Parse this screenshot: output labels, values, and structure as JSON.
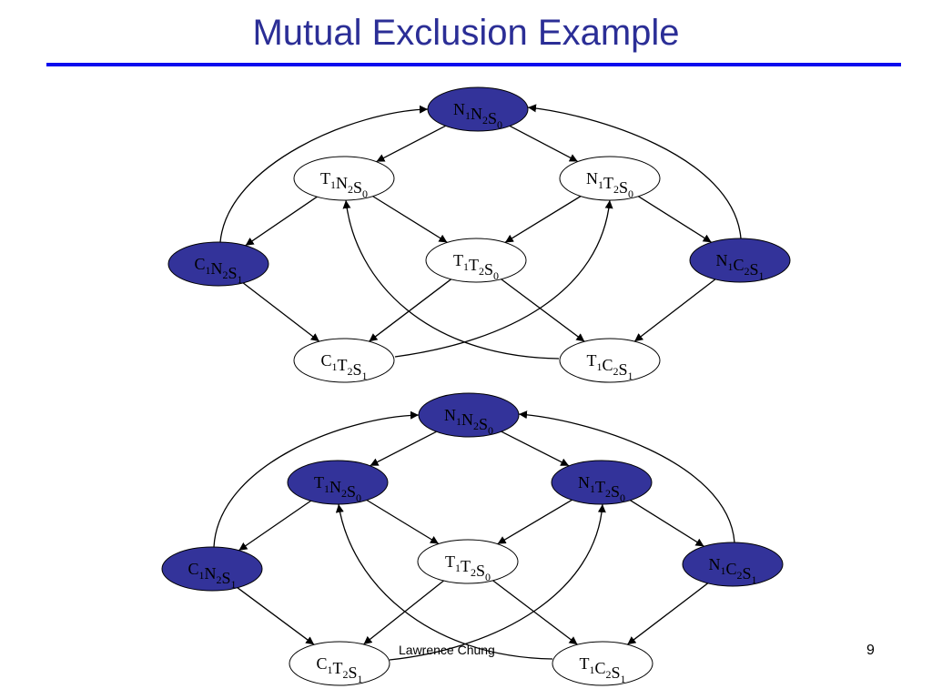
{
  "slide": {
    "title": "Mutual Exclusion Example",
    "footer": "Lawrence Chung",
    "page_number": "9"
  },
  "colors": {
    "title": "#2b2e96",
    "rule": "#0a0aee",
    "highlight_fill": "#33339a",
    "plain_fill": "#ffffff",
    "edge": "#000000"
  },
  "diagrams": [
    {
      "id": "top",
      "nodes": [
        {
          "id": "N1N2S0",
          "parts": [
            [
              "N",
              "1"
            ],
            [
              "N",
              "2"
            ],
            [
              "S",
              "0"
            ]
          ],
          "highlighted": true
        },
        {
          "id": "T1N2S0",
          "parts": [
            [
              "T",
              "1"
            ],
            [
              "N",
              "2"
            ],
            [
              "S",
              "0"
            ]
          ],
          "highlighted": false
        },
        {
          "id": "N1T2S0",
          "parts": [
            [
              "N",
              "1"
            ],
            [
              "T",
              "2"
            ],
            [
              "S",
              "0"
            ]
          ],
          "highlighted": false
        },
        {
          "id": "C1N2S1",
          "parts": [
            [
              "C",
              "1"
            ],
            [
              "N",
              "2"
            ],
            [
              "S",
              "1"
            ]
          ],
          "highlighted": true
        },
        {
          "id": "T1T2S0",
          "parts": [
            [
              "T",
              "1"
            ],
            [
              "T",
              "2"
            ],
            [
              "S",
              "0"
            ]
          ],
          "highlighted": false
        },
        {
          "id": "N1C2S1",
          "parts": [
            [
              "N",
              "1"
            ],
            [
              "C",
              "2"
            ],
            [
              "S",
              "1"
            ]
          ],
          "highlighted": true
        },
        {
          "id": "C1T2S1",
          "parts": [
            [
              "C",
              "1"
            ],
            [
              "T",
              "2"
            ],
            [
              "S",
              "1"
            ]
          ],
          "highlighted": false
        },
        {
          "id": "T1C2S1",
          "parts": [
            [
              "T",
              "1"
            ],
            [
              "C",
              "2"
            ],
            [
              "S",
              "1"
            ]
          ],
          "highlighted": false
        }
      ]
    },
    {
      "id": "bottom",
      "nodes": [
        {
          "id": "N1N2S0",
          "parts": [
            [
              "N",
              "1"
            ],
            [
              "N",
              "2"
            ],
            [
              "S",
              "0"
            ]
          ],
          "highlighted": true
        },
        {
          "id": "T1N2S0",
          "parts": [
            [
              "T",
              "1"
            ],
            [
              "N",
              "2"
            ],
            [
              "S",
              "0"
            ]
          ],
          "highlighted": true
        },
        {
          "id": "N1T2S0",
          "parts": [
            [
              "N",
              "1"
            ],
            [
              "T",
              "2"
            ],
            [
              "S",
              "0"
            ]
          ],
          "highlighted": true
        },
        {
          "id": "C1N2S1",
          "parts": [
            [
              "C",
              "1"
            ],
            [
              "N",
              "2"
            ],
            [
              "S",
              "1"
            ]
          ],
          "highlighted": true
        },
        {
          "id": "T1T2S0",
          "parts": [
            [
              "T",
              "1"
            ],
            [
              "T",
              "2"
            ],
            [
              "S",
              "0"
            ]
          ],
          "highlighted": false
        },
        {
          "id": "N1C2S1",
          "parts": [
            [
              "N",
              "1"
            ],
            [
              "C",
              "2"
            ],
            [
              "S",
              "1"
            ]
          ],
          "highlighted": true
        },
        {
          "id": "C1T2S1",
          "parts": [
            [
              "C",
              "1"
            ],
            [
              "T",
              "2"
            ],
            [
              "S",
              "1"
            ]
          ],
          "highlighted": false
        },
        {
          "id": "T1C2S1",
          "parts": [
            [
              "T",
              "1"
            ],
            [
              "C",
              "2"
            ],
            [
              "S",
              "1"
            ]
          ],
          "highlighted": false
        }
      ]
    }
  ],
  "edges": [
    {
      "from": "N1N2S0",
      "to": "T1N2S0"
    },
    {
      "from": "N1N2S0",
      "to": "N1T2S0"
    },
    {
      "from": "T1N2S0",
      "to": "C1N2S1"
    },
    {
      "from": "T1N2S0",
      "to": "T1T2S0"
    },
    {
      "from": "N1T2S0",
      "to": "T1T2S0"
    },
    {
      "from": "N1T2S0",
      "to": "N1C2S1"
    },
    {
      "from": "C1N2S1",
      "to": "N1N2S0",
      "curved": true
    },
    {
      "from": "N1C2S1",
      "to": "N1N2S0",
      "curved": true
    },
    {
      "from": "C1N2S1",
      "to": "C1T2S1"
    },
    {
      "from": "T1T2S0",
      "to": "C1T2S1"
    },
    {
      "from": "T1T2S0",
      "to": "T1C2S1"
    },
    {
      "from": "N1C2S1",
      "to": "T1C2S1"
    },
    {
      "from": "C1T2S1",
      "to": "N1T2S0",
      "curved": true
    },
    {
      "from": "T1C2S1",
      "to": "T1N2S0",
      "curved": true
    }
  ]
}
